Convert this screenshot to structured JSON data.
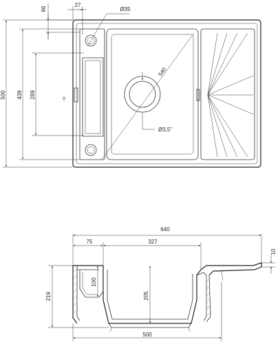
{
  "top_view": {
    "dim_top_margin": "66",
    "dim_drain_offset": "27",
    "dim_overflow_diameter": "Ø35",
    "dim_diagonal": "540",
    "dim_drain_diameter": "Ø3,5\"",
    "dim_total_depth": "500",
    "dim_bowl_depth": "439",
    "dim_inner_depth": "289"
  },
  "section_view": {
    "dim_total_width": "640",
    "dim_rim_width": "75",
    "dim_bowl_width": "327",
    "dim_drainer_height": "10",
    "dim_overall_height": "219",
    "dim_rim_height": "100",
    "dim_bowl_height": "205",
    "dim_base_width": "500"
  }
}
